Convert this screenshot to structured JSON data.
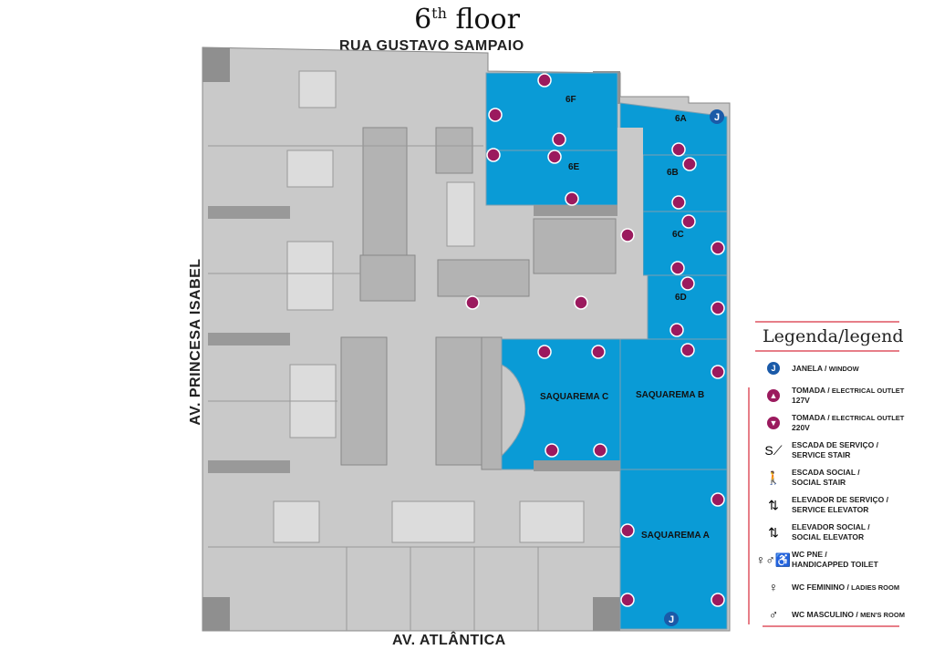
{
  "title": {
    "main": "6",
    "sup": "th",
    "rest": " floor"
  },
  "streets": {
    "top": "RUA GUSTAVO SAMPAIO",
    "bottom": "AV. ATLÂNTICA",
    "left": "AV. PRINCESA ISABEL"
  },
  "rooms": {
    "r6f": "6F",
    "r6e": "6E",
    "r6a": "6A",
    "r6b": "6B",
    "r6c": "6C",
    "r6d": "6D",
    "sqc": "SAQUAREMA C",
    "sqb": "SAQUAREMA B",
    "sqa": "SAQUAREMA A"
  },
  "colors": {
    "room": "#0a9bd6",
    "floor": "#c9c9c9",
    "wall": "#9a9a9a",
    "outlet": "#9b1a5e",
    "window": "#1a5aa8",
    "accent": "#e77e88"
  },
  "window_glyph": "J",
  "legend": {
    "title": "Legenda/legend",
    "items": [
      {
        "pt": "JANELA / ",
        "en": "WINDOW",
        "extra": ""
      },
      {
        "pt": "TOMADA / ",
        "en": "ELECTRICAL OUTLET",
        "extra": "127V"
      },
      {
        "pt": "TOMADA / ",
        "en": "ELECTRICAL OUTLET",
        "extra": "220V"
      },
      {
        "pt": "ESCADA DE SERVIÇO / ",
        "en": "SERVICE STAIR",
        "extra": ""
      },
      {
        "pt": "ESCADA SOCIAL / ",
        "en": "SOCIAL STAIR",
        "extra": ""
      },
      {
        "pt": "ELEVADOR DE SERVIÇO / ",
        "en": "SERVICE ELEVATOR",
        "extra": ""
      },
      {
        "pt": "ELEVADOR SOCIAL / ",
        "en": "SOCIAL ELEVATOR",
        "extra": ""
      },
      {
        "pt": "WC PNE / ",
        "en": "HANDICAPPED TOILET",
        "extra": ""
      },
      {
        "pt": "WC FEMININO / ",
        "en": "LADIES ROOM",
        "extra": ""
      },
      {
        "pt": "WC MASCULINO / ",
        "en": "MEN'S ROOM",
        "extra": ""
      }
    ]
  }
}
